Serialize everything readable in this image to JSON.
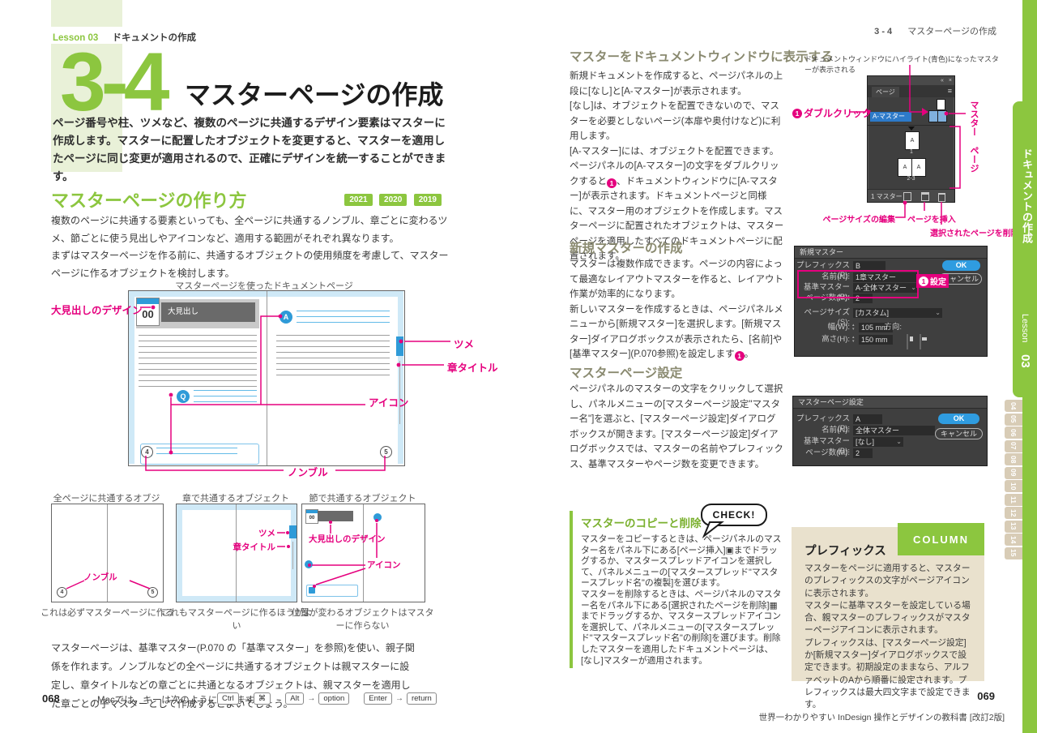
{
  "icons": {
    "caret": "⌄",
    "collapse_arrows": "«",
    "close": "×",
    "panel_menu": "≡",
    "arrow": "→",
    "marker": "1"
  },
  "left": {
    "lesson_label": "Lesson 03",
    "lesson_name": "ドキュメントの作成",
    "number": "3-4",
    "title": "マスターページの作成",
    "intro": "ページ番号や柱、ツメなど、複数のページに共通するデザイン要素はマスターに作成します。マスターに配置したオブジェクトを変更すると、マスターを適用したページに同じ変更が適用されるので、正確にデザインを統一することができます。",
    "howto": {
      "heading": "マスターページの作り方",
      "badges": [
        "2021",
        "2020",
        "2019"
      ],
      "paras": [
        "複数のページに共通する要素といっても、全ページに共通するノンブル、章ごとに変わるツメ、節ごとに使う見出しやアイコンなど、適用する範囲がそれぞれ異なります。",
        "まずはマスターページを作る前に、共通するオブジェクトの使用頻度を考慮して、マスターページに作るオブジェクトを検討します。"
      ]
    },
    "fig1": {
      "caption": "マスターページを使ったドキュメントページ",
      "labels": {
        "headline": "大見出しのデザイン",
        "tsume": "ツメ",
        "chapter": "章タイトル",
        "icon": "アイコン",
        "nombre": "ノンブル"
      },
      "mock": {
        "number": "00",
        "headline": "大見出し",
        "a": "A",
        "q": "Q",
        "p4": "4",
        "p5": "5"
      }
    },
    "fig2": {
      "boxes": [
        {
          "title": "全ページに共通するオブジェクト",
          "caption": "これは必ずマスターページに作る",
          "label": "ノンブル",
          "p4": "4",
          "p5": "5"
        },
        {
          "title": "章で共通するオブジェクト",
          "caption": "これもマスターページに作るほうがよい",
          "label1": "ツメ",
          "label2": "章タイトル"
        },
        {
          "title": "節で共通するオブジェクト",
          "caption": "位置が変わるオブジェクトはマスターに作らない",
          "label1": "大見出しのデザイン",
          "label2": "アイコン",
          "number": "00"
        }
      ]
    },
    "closing": "マスターページは、基準マスター(P.070 の「基準マスター」を参照)を使い、親子関係を作れます。ノンブルなどの全ページに共通するオブジェクトは親マスターに設定し、章タイトルなどの章ごとに共通となるオブジェクトは、親マスターを適用した章ごとの子マスターとして作成するとよいでしょう。"
  },
  "right": {
    "running_head_num": "3 - 4",
    "running_head_title": "マスターページの作成",
    "s1": {
      "heading": "マスターをドキュメントウィンドウに表示する",
      "paras": [
        "新規ドキュメントを作成すると、ページパネルの上段に[なし]と[A-マスター]が表示されます。",
        "[なし]は、オブジェクトを配置できないので、マスターを必要としないページ(本扉や奥付けなど)に利用します。",
        "[A-マスター]には、オブジェクトを配置できます。ページパネルの[A-マスター]の文字をダブルクリックすると❶、ドキュメントウィンドウに[A-マスター]が表示されます。ドキュメントページと同様に、マスター用のオブジェクトを作成します。マスターページに配置されたオブジェクトは、マスターページを適用したすべてのドキュメントページに配置されます。"
      ]
    },
    "panel": {
      "caption": "ドキュメントウィンドウにハイライト(青色)になったマスターが表示される",
      "tab": "ページ",
      "none": "[なし]",
      "amaster": "A-マスター",
      "a": "A",
      "p1": "1",
      "p23": "2-3",
      "status": "1 マスター",
      "labels": {
        "dblclick": "ダブルクリック",
        "master": "マスター",
        "pages": "ページ",
        "edit": "ページサイズの編集",
        "insert": "ページを挿入",
        "del": "選択されたページを削除"
      }
    },
    "s2": {
      "heading": "新規マスターの作成",
      "paras": [
        "マスターは複数作成できます。ページの内容によって最適なレイアウトマスターを作ると、レイアウト作業が効率的になります。",
        "新しいマスターを作成するときは、ページパネルメニューから[新規マスター]を選択します。[新規マスター]ダイアログボックスが表示されたら、[名前]や[基準マスター](P.070参照)を設定します❶。"
      ]
    },
    "dlg1": {
      "title": "新規マスター",
      "prefix_l": "プレフィックス(P):",
      "prefix": "B",
      "name_l": "名前(N):",
      "name": "1章マスター",
      "based_l": "基準マスター(B):",
      "based": "A-全体マスター",
      "pages_l": "ページ数(M):",
      "pages": "2",
      "size_l": "ページサイズ(S):",
      "size": "[カスタム]",
      "width_l": "幅(W):",
      "width": "105 mm",
      "orient_l": "方向:",
      "height_l": "高さ(H):",
      "height": "150 mm",
      "ok": "OK",
      "cancel": "キャンセル",
      "set_label": "設定"
    },
    "s3": {
      "heading": "マスターページ設定",
      "paras": [
        "ページパネルのマスターの文字をクリックして選択し、パネルメニューの[マスターページ設定\"マスター名\"]を選ぶと、[マスターページ設定]ダイアログボックスが開きます。[マスターページ設定]ダイアログボックスでは、マスターの名前やプレフィックス、基準マスターやページ数を変更できます。"
      ]
    },
    "dlg2": {
      "title": "マスターページ設定",
      "prefix_l": "プレフィックス(P):",
      "prefix": "A",
      "name_l": "名前(N):",
      "name": "全体マスター",
      "based_l": "基準マスター(B):",
      "based": "[なし]",
      "pages_l": "ページ数(M):",
      "pages": "2",
      "ok": "OK",
      "cancel": "キャンセル"
    },
    "check": {
      "badge": "CHECK!",
      "heading": "マスターのコピーと削除",
      "paras": [
        "マスターをコピーするときは、ページパネルのマスター名をパネル下にある[ページ挿入]▣までドラッグするか、マスタースプレッドアイコンを選択して、パネルメニューの[マスタースプレッド\"マスタースプレッド名\"の複製]を選びます。",
        "マスターを削除するときは、ページパネルのマスター名をパネル下にある[選択されたページを削除]▦までドラッグするか、マスタースプレッドアイコンを選択して、パネルメニューの[マスタースプレッド\"マスタースプレッド名\"の削除]を選びます。削除したマスターを適用したドキュメントページは、[なし]マスターが適用されます。"
      ]
    },
    "column": {
      "tag": "COLUMN",
      "heading": "プレフィックス",
      "paras": [
        "マスターをページに適用すると、マスターのプレフィックスの文字がページアイコンに表示されます。",
        "マスターに基準マスターを設定している場合、親マスターのプレフィックスがマスターページアイコンに表示されます。",
        "プレフィックスは、[マスターページ設定]か[新規マスター]ダイアログボックスで設定できます。初期設定のままなら、アルファベットのAから順番に設定されます。プレフィックスは最大四文字まで設定できます。"
      ]
    }
  },
  "sidebar": {
    "chapter": "ドキュメントの作成",
    "lesson_word": "Lesson",
    "lesson_num": "03",
    "tabs": [
      "04",
      "05",
      "06",
      "07",
      "08",
      "09",
      "10",
      "11",
      "12",
      "13",
      "14",
      "15"
    ]
  },
  "footer": {
    "left_num": "068",
    "mac_note": "Macでは、キーは次のようになります。",
    "keys": [
      [
        "Ctrl",
        "⌘"
      ],
      [
        "Alt",
        "option"
      ],
      [
        "Enter",
        "return"
      ]
    ],
    "right_num": "069",
    "book": "世界一わかりやすい InDesign 操作とデザインの教科書 [改訂2版]"
  }
}
